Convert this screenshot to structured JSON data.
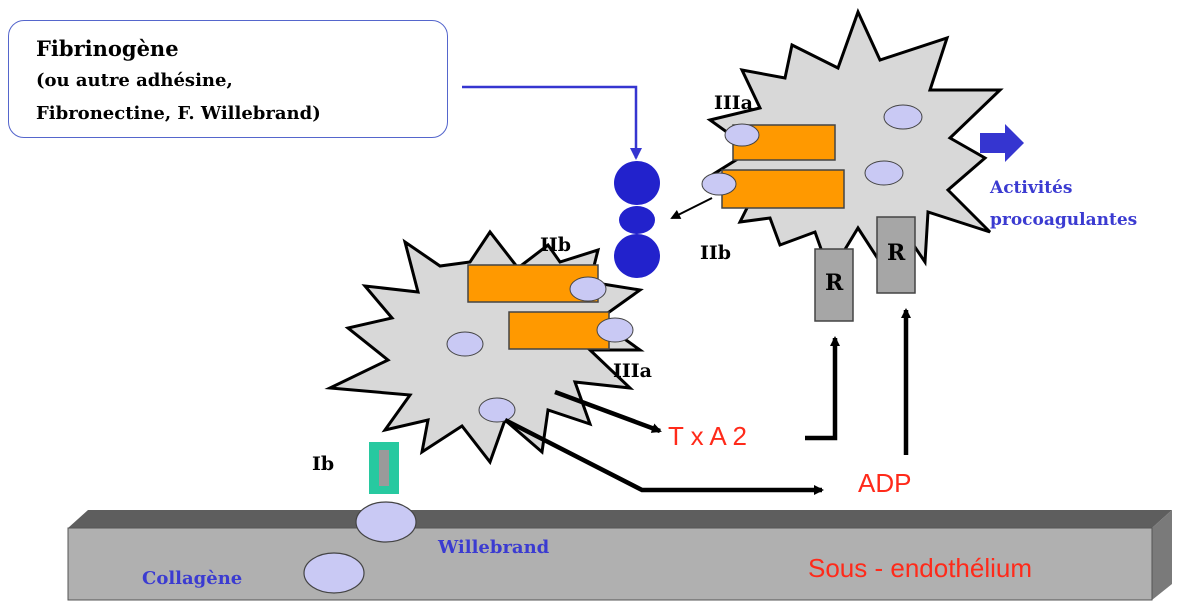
{
  "callout": {
    "title": "Fibrinogène",
    "line2": "(ou autre adhésine,",
    "line3": "Fibronectine, F. Willebrand)"
  },
  "labels": {
    "iiia_top": "IIIa",
    "iib_right": "IIb",
    "iib_left": "IIb",
    "iiia_bottom": "IIIa",
    "ib": "Ib",
    "r_left": "R",
    "r_right": "R",
    "txa2": "T x A 2",
    "adp": "ADP",
    "activites_line1": "Activités",
    "activites_line2": "procoagulantes",
    "willebrand": "Willebrand",
    "collagene": "Collagène",
    "sous_endothelium": "Sous - endothélium"
  },
  "colors": {
    "blue_text": "#3b3bd1",
    "red_text": "#ff2a1a",
    "orange": "#ff9900",
    "platelet": "#d8d8d8",
    "granule": "#c9c9f4",
    "fibrinogen": "#2222cc",
    "receptor_gray": "#a6a6a6",
    "ib_green": "#27c9a0",
    "wall": "#b0b0b0"
  }
}
